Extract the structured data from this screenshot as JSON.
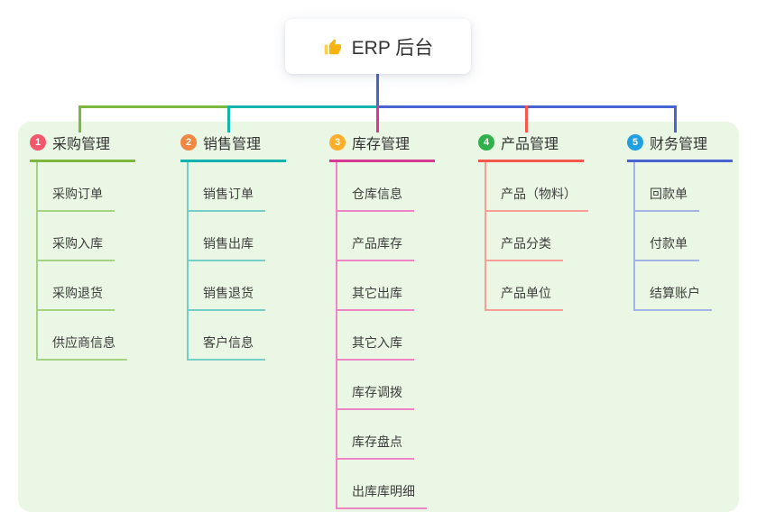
{
  "root": {
    "icon": "thumbs-up",
    "title": "ERP 后台",
    "line_color": "#4a63d3"
  },
  "colors": {
    "panel_bg": "#eaf7e4",
    "card_bg": "#ffffff",
    "text": "#333333"
  },
  "branches": [
    {
      "index": "1",
      "title": "采购管理",
      "badge_color": "#f4576b",
      "line_color": "#7cb83e",
      "light_color": "#a5d381",
      "children": [
        "采购订单",
        "采购入库",
        "采购退货",
        "供应商信息"
      ]
    },
    {
      "index": "2",
      "title": "销售管理",
      "badge_color": "#f08742",
      "line_color": "#13b3ae",
      "light_color": "#74cfc8",
      "children": [
        "销售订单",
        "销售出库",
        "销售退货",
        "客户信息"
      ]
    },
    {
      "index": "3",
      "title": "库存管理",
      "badge_color": "#ffae2c",
      "line_color": "#d83892",
      "light_color": "#ef85c5",
      "children": [
        "仓库信息",
        "产品库存",
        "其它出库",
        "其它入库",
        "库存调拨",
        "库存盘点",
        "出库库明细"
      ]
    },
    {
      "index": "4",
      "title": "产品管理",
      "badge_color": "#2fb14c",
      "line_color": "#f5564d",
      "light_color": "#f89d97",
      "children": [
        "产品（物料）",
        "产品分类",
        "产品单位"
      ]
    },
    {
      "index": "5",
      "title": "财务管理",
      "badge_color": "#20a0e3",
      "line_color": "#4a63d3",
      "light_color": "#a4b3e6",
      "children": [
        "回款单",
        "付款单",
        "结算账户"
      ]
    }
  ]
}
